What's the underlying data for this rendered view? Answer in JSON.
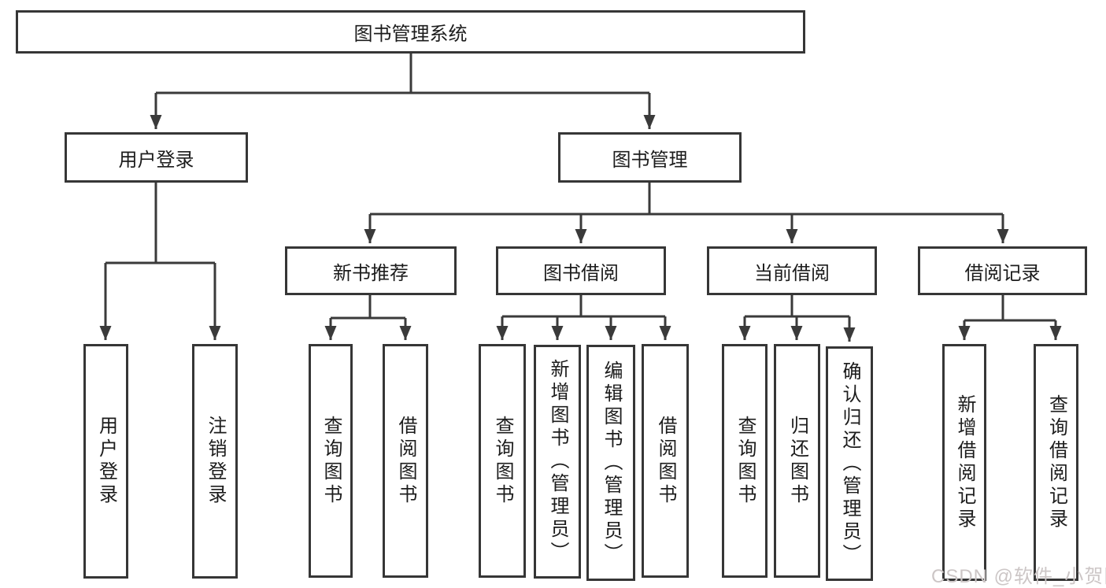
{
  "diagram": {
    "title": "图书管理系统",
    "tree": {
      "label": "图书管理系统",
      "children": [
        {
          "label": "用户登录",
          "children": [
            {
              "label": "用户登录"
            },
            {
              "label": "注销登录"
            }
          ]
        },
        {
          "label": "图书管理",
          "children": [
            {
              "label": "新书推荐",
              "children": [
                {
                  "label": "查询图书"
                },
                {
                  "label": "借阅图书"
                }
              ]
            },
            {
              "label": "图书借阅",
              "children": [
                {
                  "label": "查询图书"
                },
                {
                  "label": "新增图书（管理员）"
                },
                {
                  "label": "编辑图书（管理员）"
                },
                {
                  "label": "借阅图书"
                }
              ]
            },
            {
              "label": "当前借阅",
              "children": [
                {
                  "label": "查询图书"
                },
                {
                  "label": "归还图书"
                },
                {
                  "label": "确认归还（管理员）"
                }
              ]
            },
            {
              "label": "借阅记录",
              "children": [
                {
                  "label": "新增借阅记录"
                },
                {
                  "label": "查询借阅记录"
                }
              ]
            }
          ]
        }
      ]
    },
    "colors": {
      "line": "#3a3a3a",
      "box_border": "#363636",
      "text": "#1c1c1c",
      "background": "#ffffff",
      "watermark": "#ccc6c6"
    }
  },
  "watermark": {
    "text": "CSDN @软件_小贺同学"
  }
}
